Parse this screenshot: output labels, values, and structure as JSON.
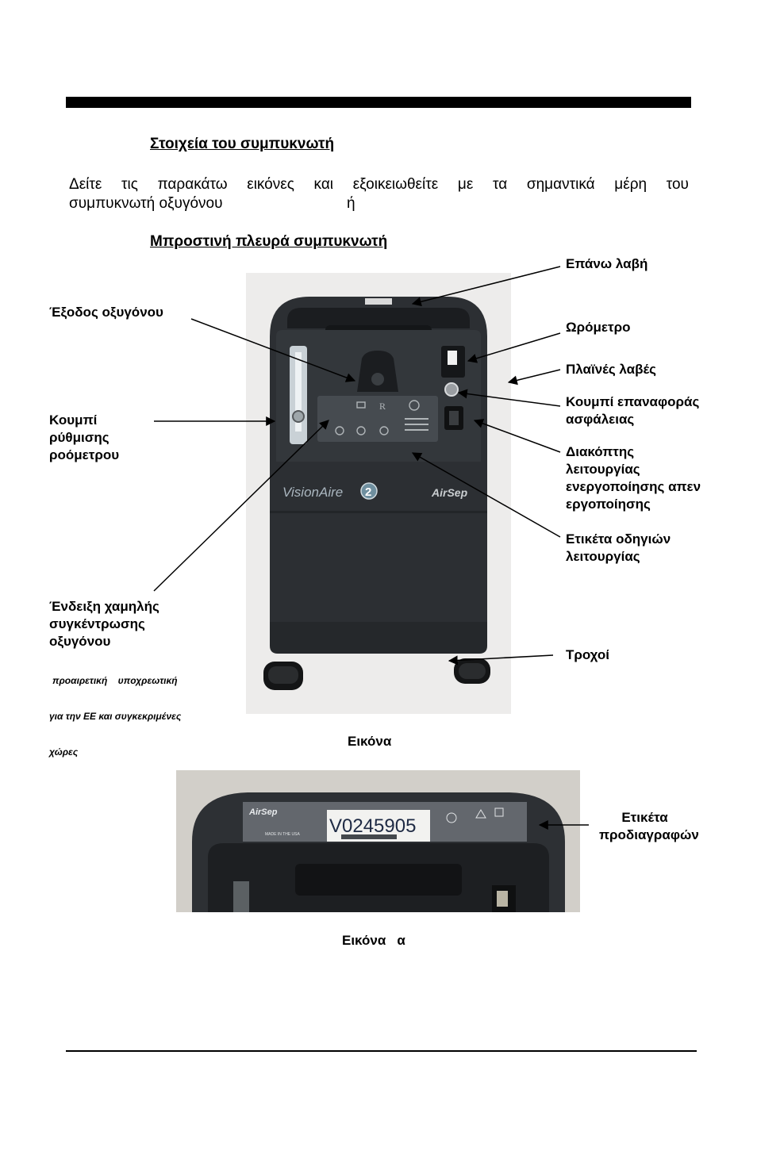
{
  "section_title": "Στοιχεία του συμπυκνωτή",
  "intro": {
    "line1_words": [
      "Δείτε",
      "τις",
      "παρακάτω",
      "εικόνες",
      "και",
      "εξοικειωθείτε",
      "με",
      "τα",
      "σημαντικά",
      "μέρη",
      "του"
    ],
    "line2_part1": "συμπυκνωτή οξυγόνου",
    "line2_part2": "ή"
  },
  "front_heading": "Μπροστινή πλευρά συμπυκνωτή",
  "callouts": {
    "top_handle": "Επάνω λαβή",
    "oxygen_outlet": "Έξοδος οξυγόνου",
    "hour_meter": "Ωρόμετρο",
    "side_handles": "Πλαϊνές λαβές",
    "reset_button_1": "Κουμπί επαναφοράς",
    "reset_button_2": "ασφάλειας",
    "flowmeter_knob_1": "Κουμπί",
    "flowmeter_knob_2": "ρύθμισης",
    "flowmeter_knob_3": "ροόμετρου",
    "power_switch_1": "Διακόπτης",
    "power_switch_2": "λειτουργίας",
    "power_switch_3": "ενεργοποίησης απεν",
    "power_switch_4": "εργοποίησης",
    "instructions_label_1": "Ετικέτα οδηγιών",
    "instructions_label_2": "λειτουργίας",
    "low_o2_1": "Ένδειξη χαμηλής",
    "low_o2_2": "συγκέντρωσης",
    "low_o2_3": "οξυγόνου",
    "optional_1": "προαιρετική    υποχρεωτική",
    "optional_2": "για την ΕΕ και συγκεκριμένες",
    "optional_3": "χώρες",
    "wheels": "Τροχοί",
    "spec_label_1": "Ετικέτα",
    "spec_label_2": "προδιαγραφών"
  },
  "product": {
    "brand": "VisionAire",
    "model_digit": "2",
    "maker_logo": "AirSep",
    "serial": "V0245905",
    "made_in": "MADE IN THE USA"
  },
  "captions": {
    "figure1": "Εικόνα",
    "figure2": "Εικόνα   α"
  },
  "colors": {
    "page": "#ffffff",
    "device_body": "#2c2f33",
    "device_dark": "#1b1d20",
    "panel": "#3f4448",
    "label_bg": "#e9e9e6"
  }
}
